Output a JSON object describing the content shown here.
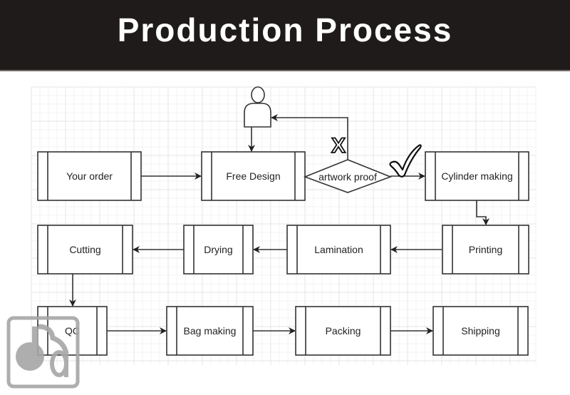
{
  "header": {
    "title": "Production Process"
  },
  "colors": {
    "header_bg": "#1f1b1a",
    "header_text": "#ffffff",
    "stroke": "#333333",
    "grid": "#ececec",
    "watermark": "#a6a6a6"
  },
  "flowchart": {
    "steps": [
      {
        "id": "your-order",
        "label": "Your order",
        "type": "process"
      },
      {
        "id": "free-design",
        "label": "Free Design",
        "type": "process"
      },
      {
        "id": "artwork-proof",
        "label": "artwork proof",
        "type": "decision"
      },
      {
        "id": "cylinder-making",
        "label": "Cylinder making",
        "type": "process"
      },
      {
        "id": "printing",
        "label": "Printing",
        "type": "process"
      },
      {
        "id": "lamination",
        "label": "Lamination",
        "type": "process"
      },
      {
        "id": "drying",
        "label": "Drying",
        "type": "process"
      },
      {
        "id": "cutting",
        "label": "Cutting",
        "type": "process"
      },
      {
        "id": "qc",
        "label": "QC",
        "type": "process"
      },
      {
        "id": "bag-making",
        "label": "Bag making",
        "type": "process"
      },
      {
        "id": "packing",
        "label": "Packing",
        "type": "process"
      },
      {
        "id": "shipping",
        "label": "Shipping",
        "type": "process"
      }
    ],
    "edges": [
      {
        "from": "your-order",
        "to": "free-design"
      },
      {
        "from": "customer",
        "to": "free-design"
      },
      {
        "from": "artwork-proof",
        "to": "customer",
        "outcome": "rejected"
      },
      {
        "from": "artwork-proof",
        "to": "cylinder-making",
        "outcome": "approved"
      },
      {
        "from": "cylinder-making",
        "to": "printing"
      },
      {
        "from": "printing",
        "to": "lamination"
      },
      {
        "from": "lamination",
        "to": "drying"
      },
      {
        "from": "drying",
        "to": "cutting"
      },
      {
        "from": "cutting",
        "to": "qc"
      },
      {
        "from": "qc",
        "to": "bag-making"
      },
      {
        "from": "bag-making",
        "to": "packing"
      },
      {
        "from": "packing",
        "to": "shipping"
      }
    ],
    "icons": {
      "customer": "person-icon",
      "rejected": "x-mark-icon",
      "approved": "checkmark-icon",
      "watermark": "logo-icon"
    }
  }
}
